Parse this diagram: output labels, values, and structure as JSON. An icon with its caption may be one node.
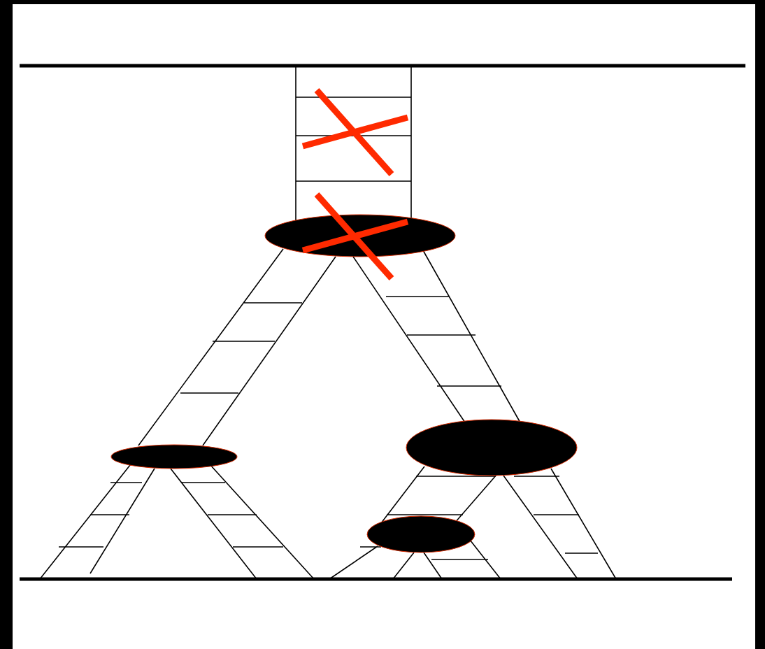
{
  "diagram": {
    "nodes": [
      {
        "text": [],
        "shape": "ellipse"
      },
      {
        "text": [],
        "shape": "ellipse"
      },
      {
        "text": [],
        "shape": "ellipse"
      },
      {
        "text": [],
        "shape": "ellipse"
      }
    ],
    "edges": [
      {
        "from": null,
        "to": 0,
        "arrow": "none"
      },
      {
        "from": 0,
        "to": 1,
        "arrow": "none"
      },
      {
        "from": 0,
        "to": 2,
        "arrow": "none"
      },
      {
        "from": 1,
        "to": null,
        "arrow": "none"
      },
      {
        "from": 1,
        "to": null,
        "arrow": "none"
      },
      {
        "from": 2,
        "to": 3,
        "arrow": "none"
      },
      {
        "from": 2,
        "to": null,
        "arrow": "none"
      },
      {
        "from": 3,
        "to": null,
        "arrow": "none"
      },
      {
        "from": 3,
        "to": null,
        "arrow": "none"
      }
    ]
  }
}
